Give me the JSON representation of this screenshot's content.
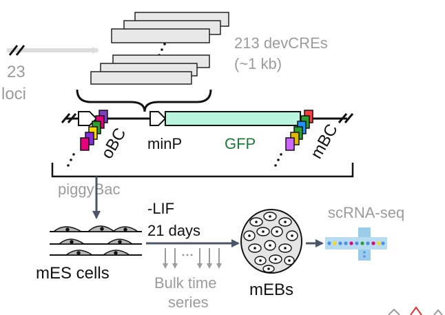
{
  "loci": {
    "line1": "23",
    "line2": "loci"
  },
  "devcres": {
    "line1": "213 devCREs",
    "line2": "(~1 kb)"
  },
  "construct": {
    "obc": "oBC",
    "minp": "minP",
    "gfp": "GFP",
    "mbc": "mBC"
  },
  "delivery": {
    "piggybac": "piggyBac"
  },
  "cells": {
    "mes": "mES cells"
  },
  "differentiation": {
    "lif": "-LIF",
    "days": "21 days"
  },
  "bulk": {
    "line1": "Bulk time",
    "line2": "series"
  },
  "mebs": "mEBs",
  "scrna": "scRNA-seq",
  "colors": {
    "gfp_fill": "#b8f5dc",
    "gfp_text": "#1a7a3a",
    "gray_text": "#9b9b9b",
    "arrow_dark": "#4a5568",
    "scrna_blue": "#8ac4e6",
    "barcodes": [
      "#e6007e",
      "#7b3fbf",
      "#2ca02c",
      "#ffd700",
      "#8a2be2",
      "#ff3b3b"
    ]
  }
}
